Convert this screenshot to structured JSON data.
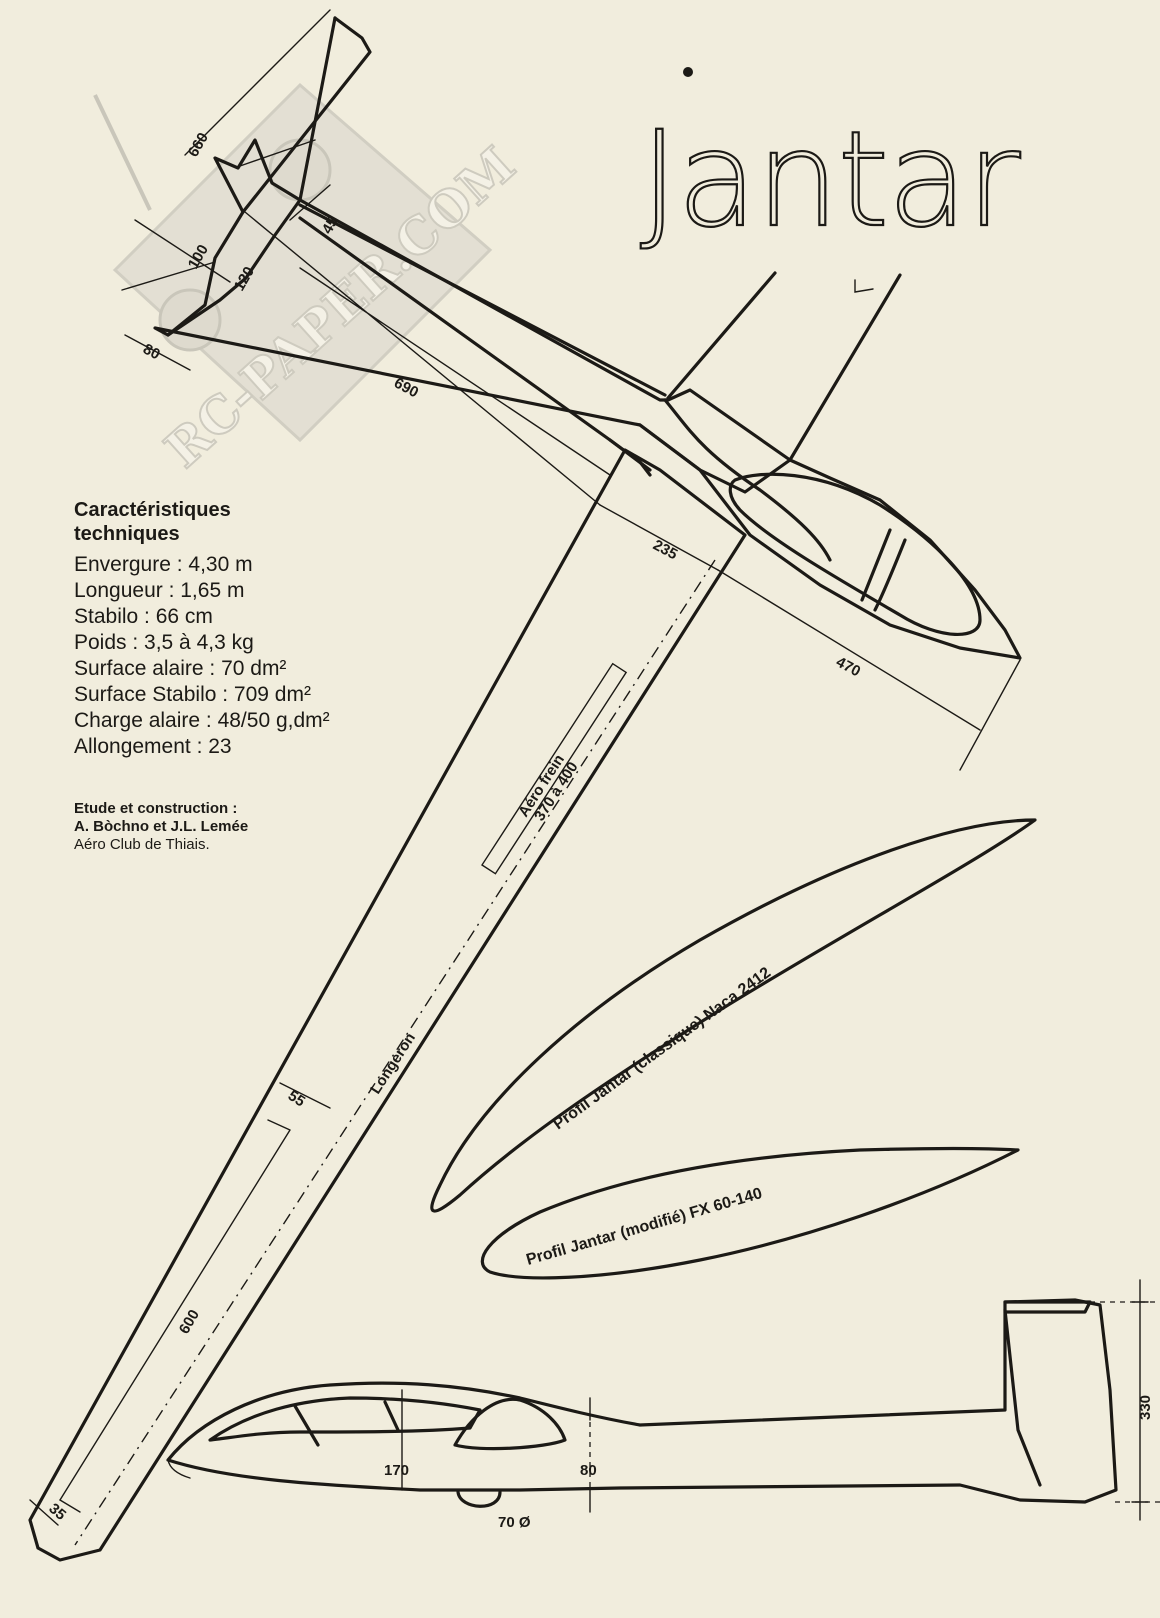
{
  "title": "Jantar",
  "watermark": "RC-PAPER.COM",
  "specs": {
    "heading_line1": "Caractéristiques",
    "heading_line2": "techniques",
    "items": [
      "Envergure : 4,30 m",
      "Longueur : 1,65 m",
      "Stabilo : 66 cm",
      "Poids : 3,5 à 4,3 kg",
      "Surface alaire : 70 dm²",
      "Surface Stabilo : 709 dm²",
      "Charge alaire : 48/50 g,dm²",
      "Allongement : 23"
    ]
  },
  "credits": {
    "line1": "Etude et construction :",
    "line2": "A. Bòchno et J.L. Lemée",
    "line3": "Aéro Club de Thiais."
  },
  "dimensions": {
    "stab_span": "660",
    "stab_tip": "45",
    "stab_chord_100": "100",
    "stab_chord_120": "120",
    "stab_chord_80": "80",
    "wing_root_to_tail": "690",
    "wing_root_chord": "235",
    "nose_to_wing": "470",
    "airbrake": "Aéro frein",
    "airbrake_size": "370 à 400",
    "spar": "Longeron",
    "aileron_55": "55",
    "aileron_600": "600",
    "wing_tip": "35",
    "fuselage_height": "170",
    "boom_height": "80",
    "wheel": "70 Ø",
    "fin_height": "330"
  },
  "profiles": {
    "classic": "Profil Jantar (classique) Naca 2412",
    "modified": "Profil Jantar (modifié) FX 60-140"
  }
}
